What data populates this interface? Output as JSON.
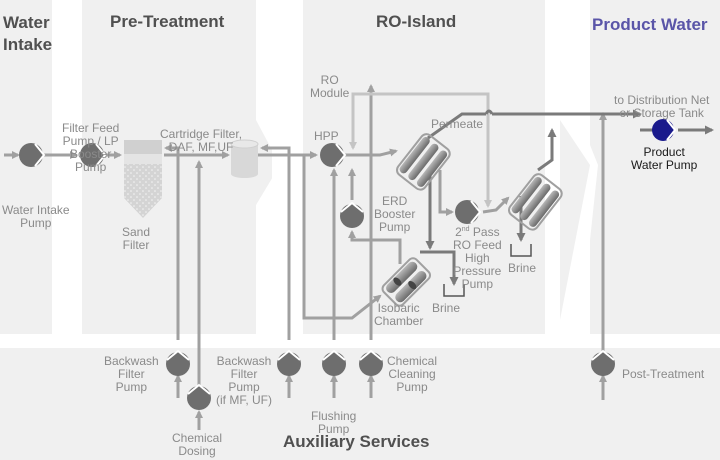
{
  "sections": {
    "water_intake": "Water Intake",
    "water_intake_l1": "Water",
    "water_intake_l2": "Intake",
    "pre_treatment": "Pre-Treatment",
    "ro_island": "RO-Island",
    "product_water": "Product Water",
    "auxiliary_services": "Auxiliary Services"
  },
  "labels": {
    "water_intake_pump_l1": "Water Intake",
    "water_intake_pump_l2": "Pump",
    "filter_feed_l1": "Filter Feed",
    "filter_feed_l2": "Pump / LP",
    "filter_feed_l3": "Booster",
    "filter_feed_l4": "Pump",
    "cartridge_l1": "Cartridge Filter,",
    "cartridge_l2": "DAF, MF,UF",
    "sand_filter_l1": "Sand",
    "sand_filter_l2": "Filter",
    "ro_module_l1": "RO",
    "ro_module_l2": "Module",
    "hpp": "HPP",
    "permeate": "Permeate",
    "erd_l1": "ERD",
    "erd_l2": "Booster",
    "erd_l3": "Pump",
    "second_pass_num": "2",
    "second_pass_sup": "nd",
    "second_pass_l1": " Pass",
    "second_pass_l2": "RO Feed",
    "second_pass_l3": "High",
    "second_pass_l4": "Pressure",
    "second_pass_l5": "Pump",
    "brine": "Brine",
    "isobaric_l1": "Isobaric",
    "isobaric_l2": "Chamber",
    "distribution_l1": "to Distribution Net",
    "distribution_l2": "or Storage Tank",
    "product_pump_l1": "Product",
    "product_pump_l2": "Water Pump",
    "backwash1_l1": "Backwash",
    "backwash1_l2": "Filter",
    "backwash1_l3": "Pump",
    "backwash2_l1": "Backwash",
    "backwash2_l2": "Filter",
    "backwash2_l3": "Pump",
    "backwash2_l4": "(if MF, UF)",
    "chemical_dosing_l1": "Chemical",
    "chemical_dosing_l2": "Dosing",
    "flushing_l1": "Flushing",
    "flushing_l2": "Pump",
    "chem_clean_l1": "Chemical",
    "chem_clean_l2": "Cleaning",
    "chem_clean_l3": "Pump",
    "post_treatment": "Post-Treatment"
  },
  "colors": {
    "panel": "#f0f0f0",
    "pipe": "#a0a0a0",
    "pipe_light": "#c4c4c4",
    "pipe_dark": "#7a7a7a",
    "pump": "#6e6e6e",
    "product_pump": "#1a1a8c",
    "product_title": "#5a55a8"
  }
}
